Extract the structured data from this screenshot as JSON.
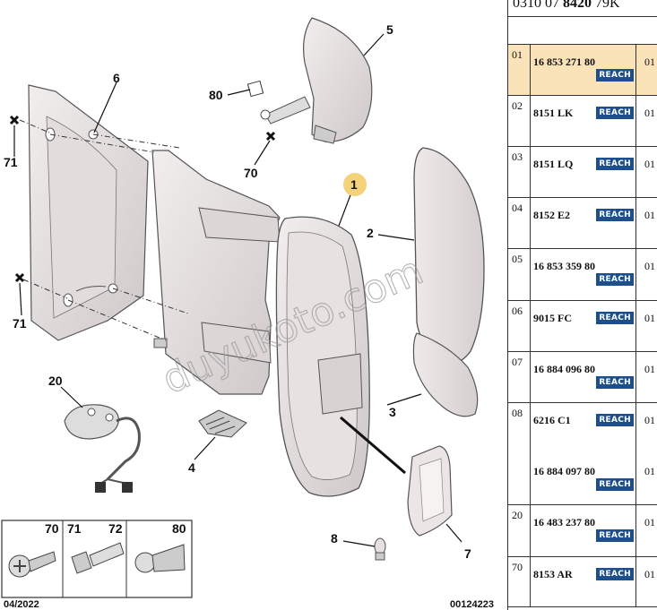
{
  "header_ref": {
    "prefix": "0310 07 ",
    "bold": "8420",
    "suffix": " 79K"
  },
  "callouts": [
    "1",
    "2",
    "3",
    "4",
    "5",
    "6",
    "7",
    "8",
    "20",
    "70",
    "71",
    "71",
    "80"
  ],
  "fastener_labels": [
    "70",
    "71",
    "72",
    "80"
  ],
  "footer": {
    "date": "04/2022",
    "code": "00124223"
  },
  "watermark": "duyukoto.com",
  "colors": {
    "highlight": "#fbe3b9",
    "reach_badge": "#1d4f8c",
    "callout_1_fill": "#f3d27a"
  },
  "parts": [
    {
      "index": "01",
      "highlighted": true,
      "entries": [
        {
          "ref": "16 853 271 80",
          "badge": "REACH",
          "qty": "01"
        }
      ]
    },
    {
      "index": "02",
      "entries": [
        {
          "ref": "8151 LK",
          "badge": "REACH",
          "qty": "01"
        }
      ]
    },
    {
      "index": "03",
      "entries": [
        {
          "ref": "8151 LQ",
          "badge": "REACH",
          "qty": "01"
        }
      ]
    },
    {
      "index": "04",
      "entries": [
        {
          "ref": "8152 E2",
          "badge": "REACH",
          "qty": "01"
        }
      ]
    },
    {
      "index": "05",
      "entries": [
        {
          "ref": "16 853 359 80",
          "badge": "REACH",
          "qty": "01"
        }
      ]
    },
    {
      "index": "06",
      "entries": [
        {
          "ref": "9015 FC",
          "badge": "REACH",
          "qty": "01"
        }
      ]
    },
    {
      "index": "07",
      "entries": [
        {
          "ref": "16 884 096 80",
          "badge": "REACH",
          "qty": "01"
        }
      ]
    },
    {
      "index": "08",
      "entries": [
        {
          "ref": "6216 C1",
          "badge": "REACH",
          "qty": "01"
        },
        {
          "ref": "16 884 097 80",
          "badge": "REACH",
          "qty": "01"
        }
      ]
    },
    {
      "index": "20",
      "entries": [
        {
          "ref": "16 483 237 80",
          "badge": "REACH",
          "qty": "01"
        }
      ]
    },
    {
      "index": "70",
      "entries": [
        {
          "ref": "8153 AR",
          "badge": "REACH",
          "qty": "01"
        }
      ]
    }
  ]
}
